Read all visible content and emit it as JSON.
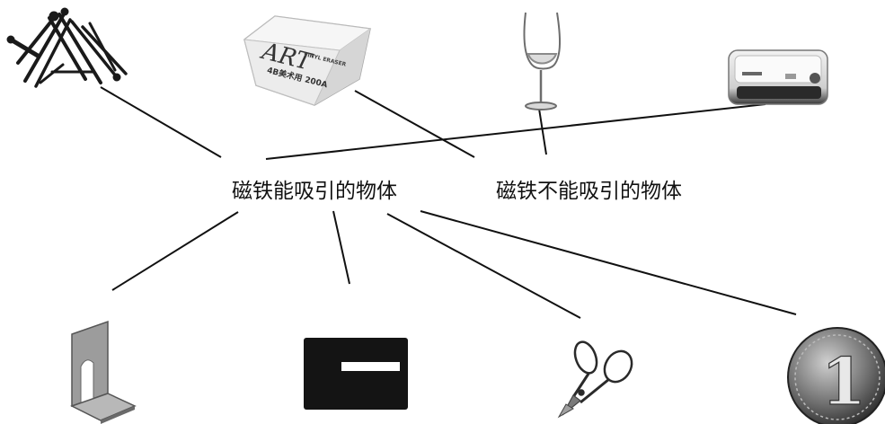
{
  "categories": {
    "magnetic": "磁铁能吸引的物体",
    "non_magnetic": "磁铁不能吸引的物体"
  },
  "eraser": {
    "brand": "ART",
    "line1": "VINYL ERASER",
    "line2": "4B美术用 200A"
  },
  "coin": {
    "value": "1"
  },
  "items": [
    {
      "icon": "nails-icon"
    },
    {
      "icon": "eraser-icon"
    },
    {
      "icon": "wine-glass-icon"
    },
    {
      "icon": "glass-box-icon"
    },
    {
      "icon": "bookend-icon"
    },
    {
      "icon": "magnetic-card-icon"
    },
    {
      "icon": "scissors-icon"
    },
    {
      "icon": "coin-icon"
    }
  ],
  "colors": {
    "line": "#111111",
    "card": "#141414",
    "metal": "#9a9a9a"
  }
}
